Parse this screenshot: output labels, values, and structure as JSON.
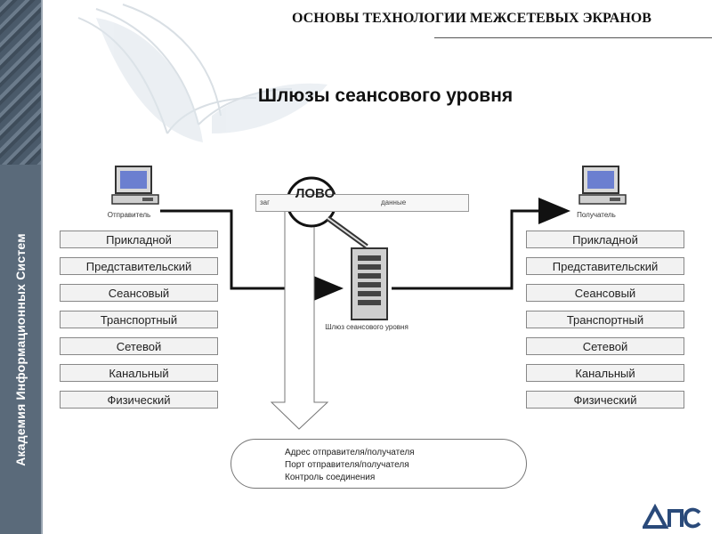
{
  "sidebar": {
    "text": "Академия Информационных Систем"
  },
  "header": {
    "title": "ОСНОВЫ ТЕХНОЛОГИИ МЕЖСЕТЕВЫХ ЭКРАНОВ"
  },
  "slide": {
    "title": "Шлюзы сеансового уровня"
  },
  "diagram": {
    "sender_label": "Отправитель",
    "receiver_label": "Получатель",
    "layers_left": [
      "Прикладной",
      "Представительский",
      "Сеансовый",
      "Транспортный",
      "Сетевой",
      "Канальный",
      "Физический"
    ],
    "layers_right": [
      "Прикладной",
      "Представительский",
      "Сеансовый",
      "Транспортный",
      "Сетевой",
      "Канальный",
      "Физический"
    ],
    "packet_header": "заг",
    "packet_data": "данные",
    "magnifier_text": "ЛОВО",
    "gateway_label": "Шлюз сеансового уровня",
    "checks": [
      "Адрес отправителя/получателя",
      "Порт отправителя/получателя",
      "Контроль соединения"
    ]
  },
  "logo": {
    "text": "АИС"
  },
  "colors": {
    "sidebar": "#5a6a7a",
    "arrow": "#111111",
    "layer_fill": "#f2f2f2"
  }
}
